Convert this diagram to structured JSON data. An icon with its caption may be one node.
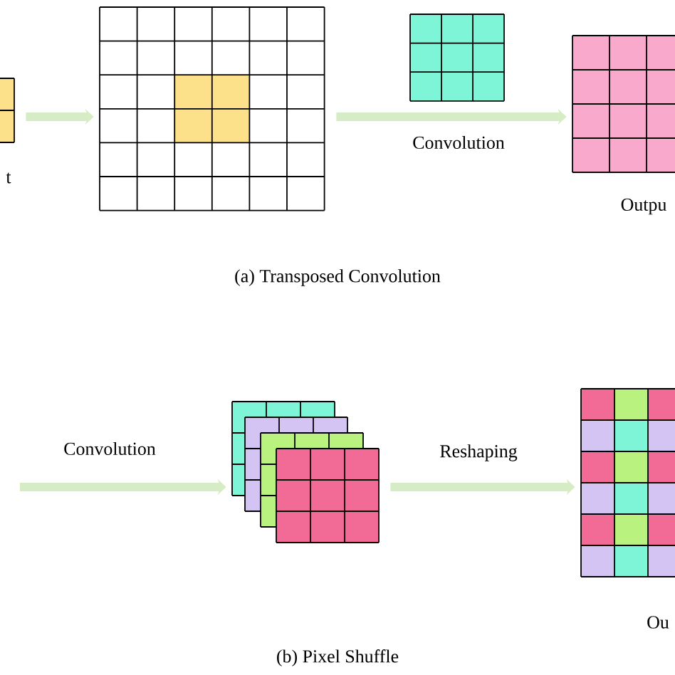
{
  "diagram": {
    "nodes": [
      {
        "text": [
          "t"
        ]
      },
      {
        "text": [],
        "shape": "grid"
      },
      {
        "text": [],
        "shape": "grid"
      },
      {
        "text": [
          "Outpu"
        ]
      },
      {
        "text": [],
        "shape": "grid"
      },
      {
        "text": [
          "Ou"
        ]
      }
    ],
    "edges": [
      {
        "from": 0,
        "to": 1,
        "arrow": "to"
      },
      {
        "from": 1,
        "to": 3,
        "arrow": "to",
        "label": "Convolution"
      },
      {
        "from": null,
        "to": 4,
        "arrow": "to",
        "label": "Convolution"
      },
      {
        "from": 4,
        "to": 5,
        "arrow": "to",
        "label": "Reshaping"
      }
    ],
    "labels": [
      "(a) Transposed Convolution",
      "(b) Pixel Shuffle"
    ]
  }
}
